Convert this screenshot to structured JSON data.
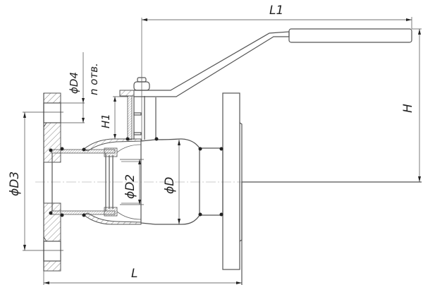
{
  "drawing": {
    "subject": "Flanged ball valve with lever handle (side section view)",
    "line_color": "#555555",
    "background": "#ffffff"
  },
  "dimensions": {
    "L1": "L1",
    "H": "H",
    "H1": "H1",
    "L": "L",
    "D": "ϕD",
    "D2": "ϕD2",
    "D3": "ϕD3",
    "D4": "ϕD4",
    "holes": "n отв."
  }
}
